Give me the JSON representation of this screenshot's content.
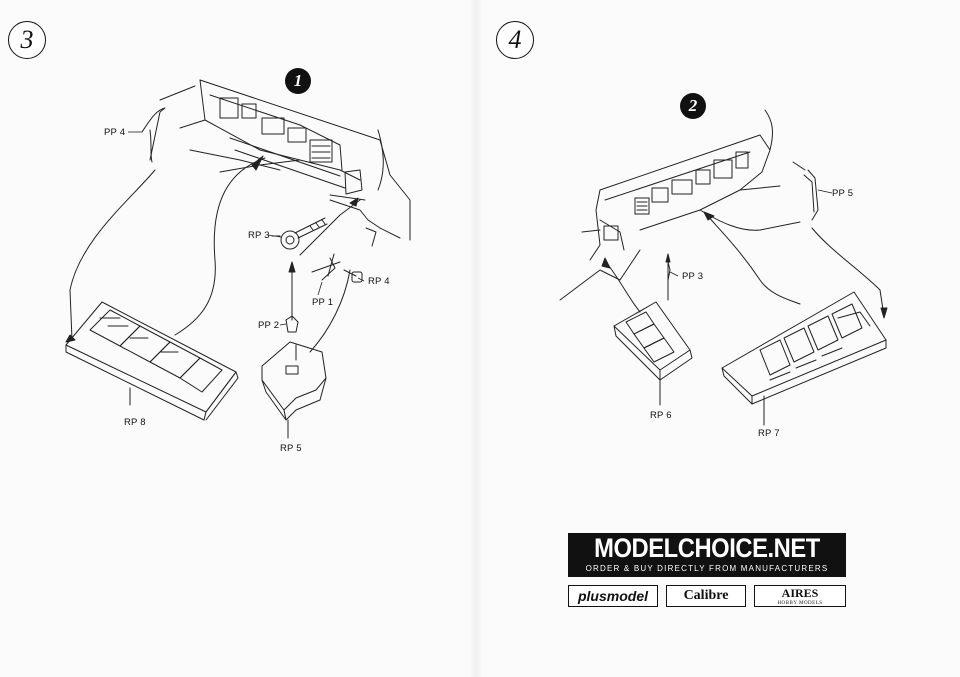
{
  "steps": [
    {
      "number": "3"
    },
    {
      "number": "4"
    }
  ],
  "callouts": [
    {
      "number": "1"
    },
    {
      "number": "2"
    }
  ],
  "part_labels": {
    "pp4": "PP 4",
    "rp3": "RP 3",
    "rp4": "RP 4",
    "pp1": "PP 1",
    "pp2": "PP 2",
    "rp8": "RP 8",
    "rp5": "RP 5",
    "pp5": "PP 5",
    "pp3": "PP 3",
    "rp6": "RP 6",
    "rp7": "RP 7"
  },
  "advert": {
    "title": "MODELCHOICE.NET",
    "subtitle": "ORDER & BUY DIRECTLY FROM MANUFACTURERS",
    "brands": {
      "plusmodel": "plusmodel",
      "calibre": "Calibre",
      "aires": "AIRES",
      "aires_sub": "HOBBY MODELS"
    }
  }
}
